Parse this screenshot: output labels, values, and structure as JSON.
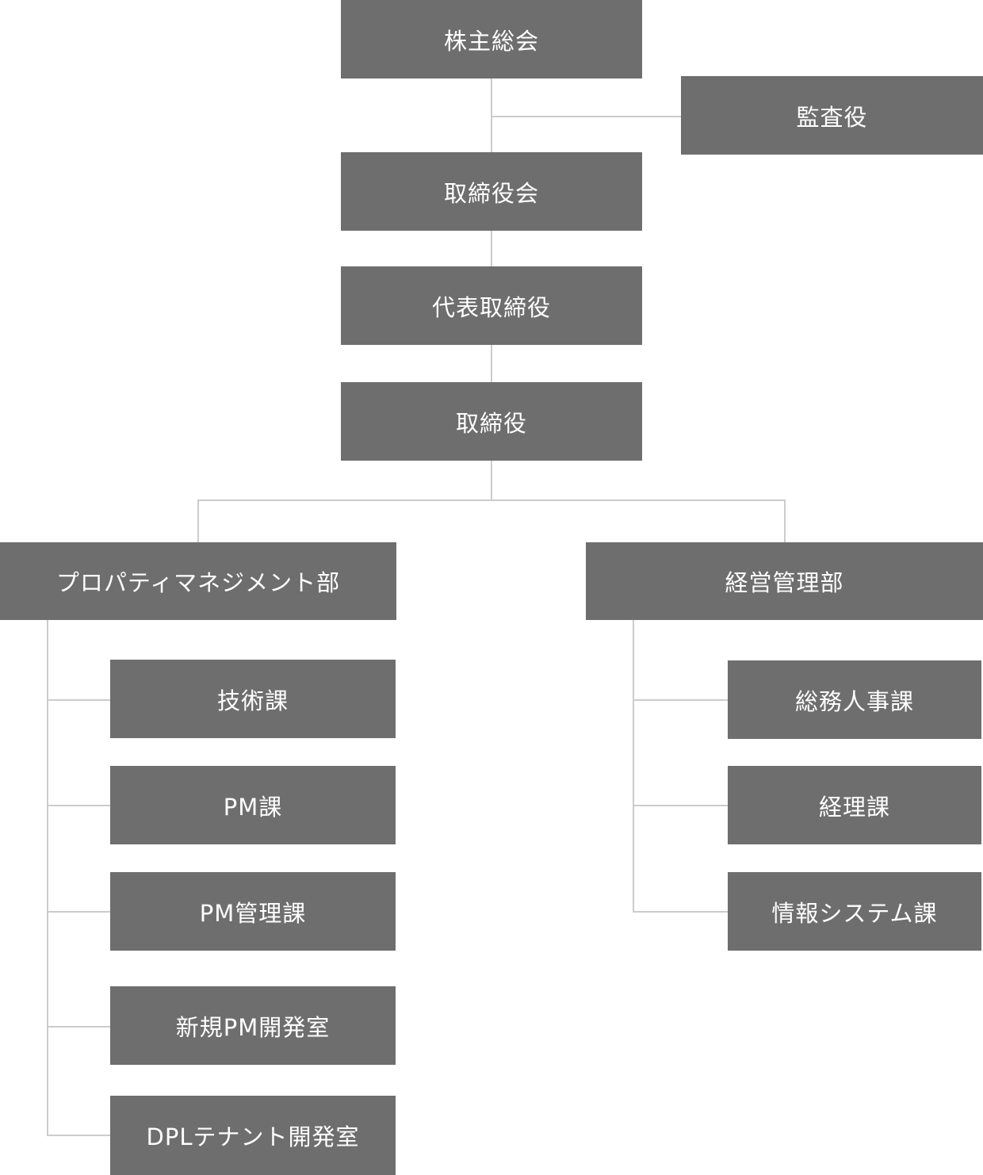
{
  "org_chart": {
    "colors": {
      "box_fill": "#6e6e6e",
      "box_text": "#ffffff",
      "connector": "#cccccc",
      "background": "#ffffff"
    },
    "top": {
      "shareholders_meeting": "株主総会",
      "auditor": "監査役",
      "board_of_directors": "取締役会",
      "representative_director": "代表取締役",
      "directors": "取締役"
    },
    "departments": {
      "property_management": {
        "label": "プロパティマネジメント部",
        "sections": [
          "技術課",
          "PM課",
          "PM管理課",
          "新規PM開発室",
          "DPLテナント開発室"
        ]
      },
      "business_management": {
        "label": "経営管理部",
        "sections": [
          "総務人事課",
          "経理課",
          "情報システム課"
        ]
      }
    }
  }
}
